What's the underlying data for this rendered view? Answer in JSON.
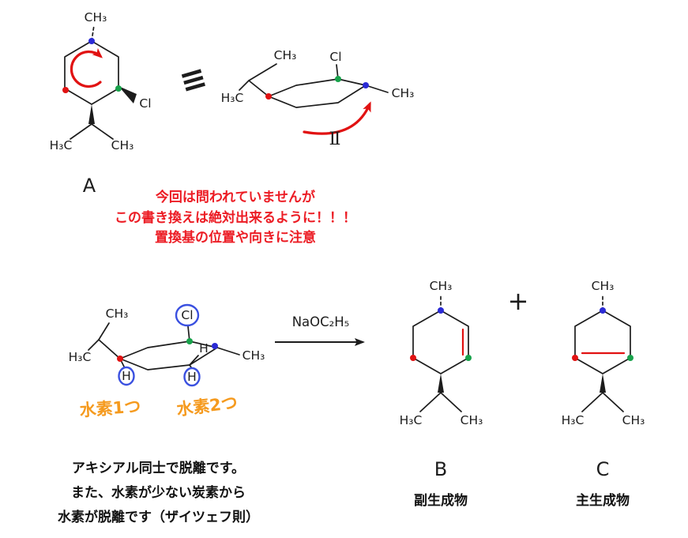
{
  "colors": {
    "bond": "#1c1c1c",
    "annotation_red": "#e11212",
    "marker_blue": "#2b2bd5",
    "marker_green": "#18a24b",
    "marker_red": "#e11212",
    "handwriting_orange": "#f59a1e",
    "circle_blue": "#3a50e0",
    "warning_red": "#ec1c24"
  },
  "atoms": {
    "ch3": "CH₃",
    "h3c": "H₃C",
    "cl": "Cl",
    "h": "H"
  },
  "labels": {
    "structure_a": "A",
    "conformer_ii": "Ⅱ",
    "equivalence": "≡",
    "plus": "+",
    "reagent": "NaOC₂H₅",
    "product_b": "B",
    "product_b_type": "副生成物",
    "product_c": "C",
    "product_c_type": "主生成物"
  },
  "notes": {
    "warning": [
      "今回は問われていませんが",
      "この書き換えは絶対出来るように！！！",
      "置換基の位置や向きに注意"
    ],
    "hydrogen_left": "水素1つ",
    "hydrogen_right": "水素2つ",
    "bottom": [
      "アキシアル同士で脱離です。",
      "また、水素が少ない炭素から",
      "水素が脱離です（ザイツェフ則）"
    ]
  }
}
